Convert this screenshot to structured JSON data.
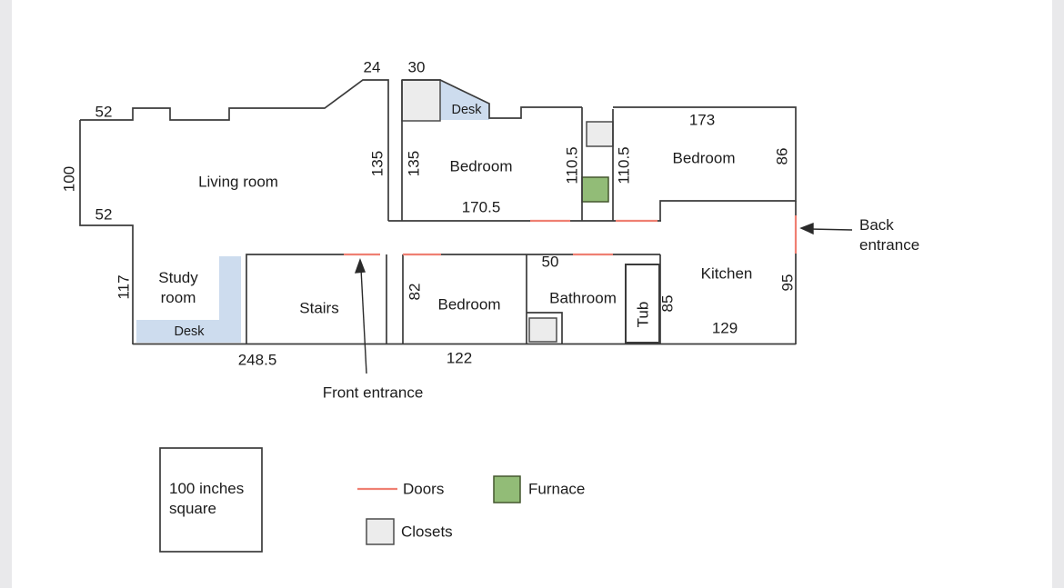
{
  "labels": {
    "living_room": "Living room",
    "bedroom_middle": "Bedroom",
    "bedroom_right": "Bedroom",
    "bedroom_bottom": "Bedroom",
    "study_line1": "Study",
    "study_line2": "room",
    "stairs": "Stairs",
    "bathroom": "Bathroom",
    "kitchen": "Kitchen",
    "tub": "Tub",
    "desk_bedroom": "Desk",
    "desk_study": "Desk"
  },
  "dimensions": {
    "top_52": "52",
    "left_100": "100",
    "mid_52": "52",
    "left_117": "117",
    "top_24": "24",
    "top_30": "30",
    "hall_135": "135",
    "bedroom_135": "135",
    "bedroom_170_5": "170.5",
    "left_110_5": "110.5",
    "right_110_5": "110.5",
    "bedroom_173": "173",
    "bedroom_86": "86",
    "bathroom_50": "50",
    "bedroom_82": "82",
    "bedroom_122": "122",
    "stairs_248_5": "248.5",
    "kitchen_85": "85",
    "kitchen_95": "95",
    "kitchen_129": "129"
  },
  "annotations": {
    "front_entrance": "Front entrance",
    "back_line1": "Back",
    "back_line2": "entrance"
  },
  "legend": {
    "scale_line1": "100 inches",
    "scale_line2": "square",
    "doors": "Doors",
    "furnace": "Furnace",
    "closets": "Closets"
  },
  "icons": {
    "front_entrance_arrow": "up-arrow",
    "back_entrance_arrow": "left-arrow"
  },
  "colors": {
    "wall": "#3b3b3b",
    "door_red": "#ef7f72",
    "furnace_green": "#92bc77",
    "furnace_border": "#44562f",
    "closet_gray": "#ececec",
    "closet_border": "#4c4c4c",
    "desk_blue": "#cddcee",
    "page_edge": "#e9e9eb"
  }
}
